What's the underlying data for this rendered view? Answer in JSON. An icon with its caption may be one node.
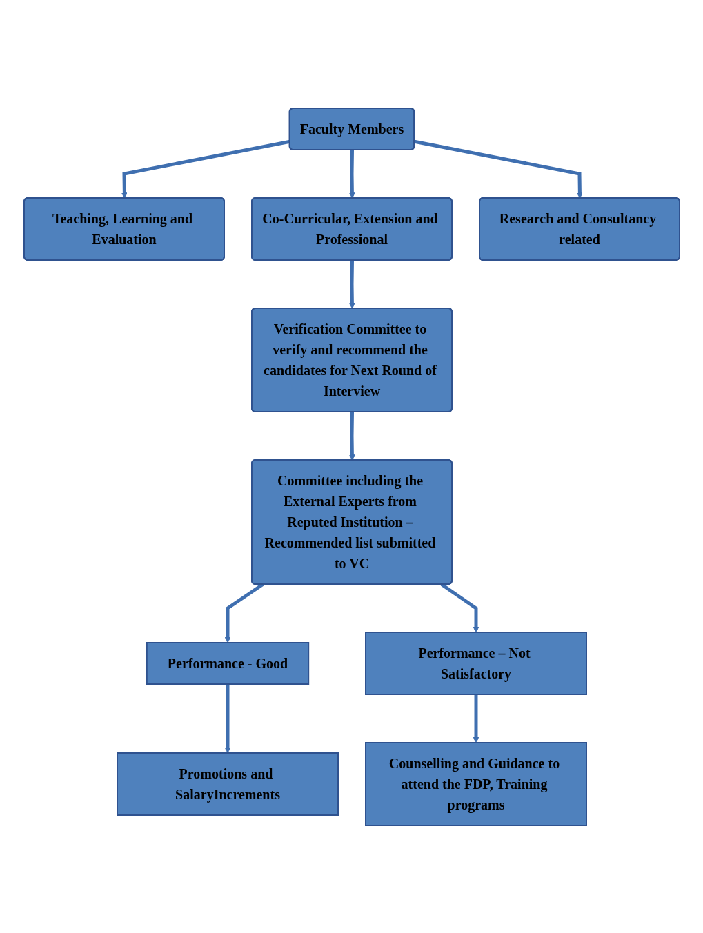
{
  "diagram": {
    "nodes": [
      {
        "text": [
          "Faculty Members"
        ]
      },
      {
        "text": [
          "Teaching, Learning and Evaluation"
        ]
      },
      {
        "text": [
          "Co-Curricular, Extension and Professional"
        ]
      },
      {
        "text": [
          "Research and Consultancy related"
        ]
      },
      {
        "text": [
          "Verification Committee to verify and recommend the candidates for Next Round of Interview"
        ]
      },
      {
        "text": [
          "Committee including the External Experts from Reputed Institution – Recommended list submitted to VC"
        ]
      },
      {
        "text": [
          "Performance - Good"
        ]
      },
      {
        "text": [
          "Performance – Not Satisfactory"
        ]
      },
      {
        "text": [
          "Promotions and SalaryIncrements"
        ]
      },
      {
        "text": [
          "Counselling and Guidance to attend the FDP, Training programs"
        ]
      }
    ],
    "edges": [
      {
        "from": 0,
        "to": 1,
        "arrow": "to"
      },
      {
        "from": 0,
        "to": 2,
        "arrow": "to"
      },
      {
        "from": 0,
        "to": 3,
        "arrow": "to"
      },
      {
        "from": 2,
        "to": 4,
        "arrow": "to"
      },
      {
        "from": 4,
        "to": 5,
        "arrow": "to"
      },
      {
        "from": 5,
        "to": 6,
        "arrow": "to"
      },
      {
        "from": 5,
        "to": 7,
        "arrow": "to"
      },
      {
        "from": 6,
        "to": 8,
        "arrow": "to"
      },
      {
        "from": 7,
        "to": 9,
        "arrow": "to"
      }
    ]
  }
}
